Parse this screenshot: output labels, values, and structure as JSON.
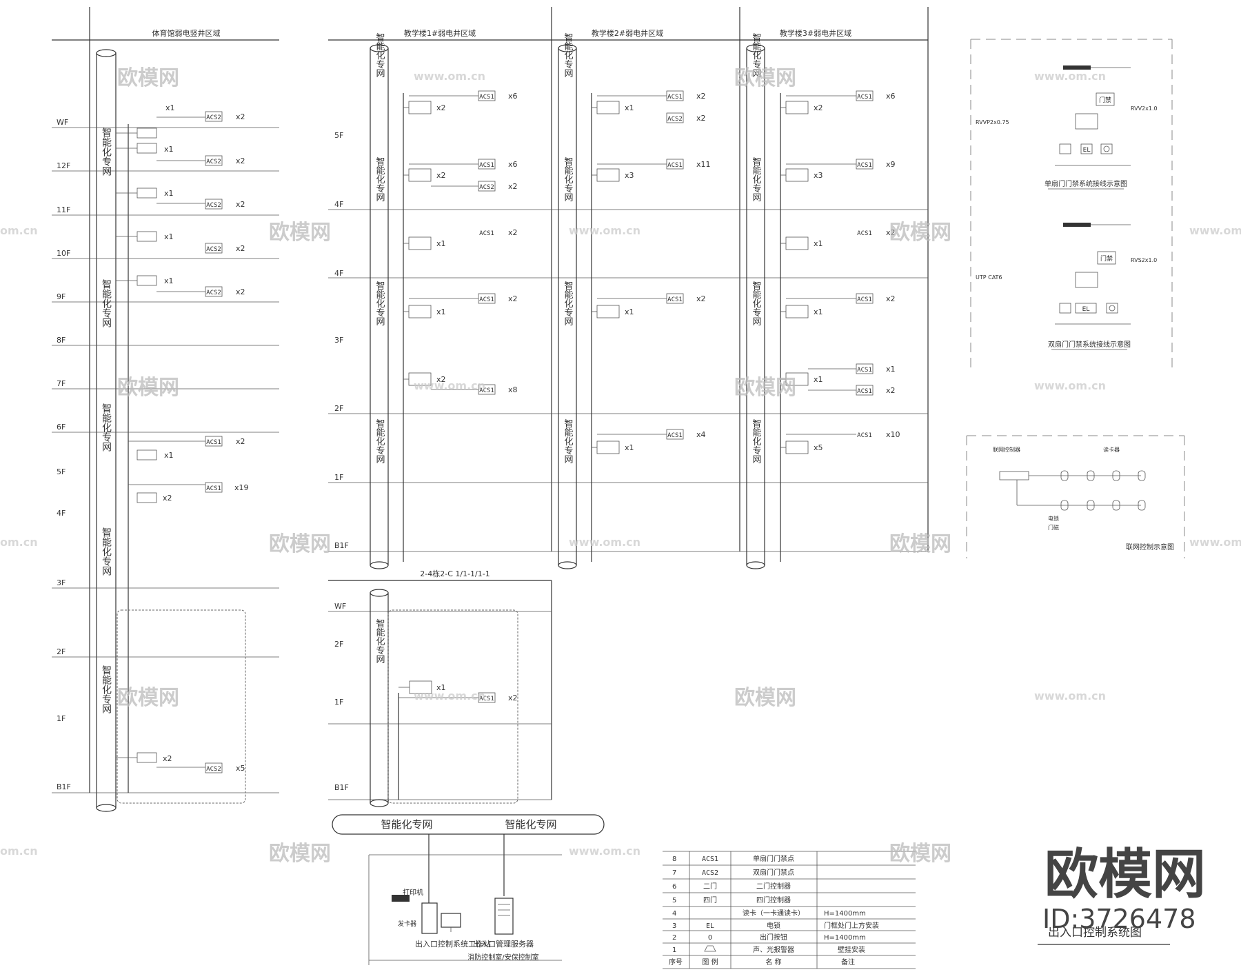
{
  "watermark": {
    "cn": "欧模网",
    "url": "www.om.cn",
    "edge": "om.cn"
  },
  "brand": {
    "logo_text": "欧模网",
    "id_text": "ID:3726478"
  },
  "left_panel": {
    "title": "体育馆弱电竖井区域",
    "floors": [
      "WF",
      "12F",
      "11F",
      "10F",
      "9F",
      "8F",
      "7F",
      "6F",
      "5F",
      "4F",
      "3F",
      "2F",
      "1F",
      "B1F"
    ],
    "network_label": "智能化专网",
    "devices": [
      {
        "acs": "ACS2",
        "qty": "x2",
        "ctrl_qty": "x1"
      },
      {
        "acs": "ACS2",
        "qty": "x2",
        "ctrl_qty": "x1"
      },
      {
        "acs": "ACS2",
        "qty": "x2",
        "ctrl_qty": "x1"
      },
      {
        "acs": "ACS2",
        "qty": "x2",
        "ctrl_qty": "x1"
      },
      {
        "acs": "ACS2",
        "qty": "x2",
        "ctrl_qty": "x1"
      },
      {
        "acs": "ACS1",
        "qty": "x2",
        "ctrl_qty": "x1"
      },
      {
        "acs": "ACS1",
        "qty": "x19",
        "ctrl_qty": "x2"
      },
      {
        "acs": "ACS2",
        "qty": "x5",
        "ctrl_qty": "x2"
      }
    ]
  },
  "mid_panels": [
    {
      "title": "教学楼1#弱电井区域",
      "floors": [
        "5F",
        "4F",
        "3F",
        "2F",
        "1F",
        "B1F"
      ]
    },
    {
      "title": "教学楼2#弱电井区域",
      "floors": []
    },
    {
      "title": "教学楼3#弱电井区域",
      "floors": []
    }
  ],
  "mid_devices": {
    "panel1": [
      {
        "acs": "ACS1",
        "qty": "x6",
        "ctrl": "x2"
      },
      {
        "acs": "ACS1",
        "qty": "x6",
        "ctrl": "x2"
      },
      {
        "acs": "ACS2",
        "qty": "x2",
        "ctrl": ""
      },
      {
        "acs": "ACS1",
        "qty": "x2",
        "ctrl": "x1"
      },
      {
        "acs": "ACS1",
        "qty": "x2",
        "ctrl": "x1"
      },
      {
        "acs": "ACS1",
        "qty": "x8",
        "ctrl": "x2"
      }
    ],
    "panel2": [
      {
        "acs": "ACS1",
        "qty": "x2",
        "ctrl": "x1"
      },
      {
        "acs": "ACS2",
        "qty": "x2",
        "ctrl": ""
      },
      {
        "acs": "ACS1",
        "qty": "x11",
        "ctrl": "x3"
      },
      {
        "acs": "ACS1",
        "qty": "x2",
        "ctrl": "x1"
      },
      {
        "acs": "ACS1",
        "qty": "x4",
        "ctrl": "x1"
      }
    ],
    "panel3": [
      {
        "acs": "ACS1",
        "qty": "x6",
        "ctrl": "x2"
      },
      {
        "acs": "ACS1",
        "qty": "x9",
        "ctrl": "x3"
      },
      {
        "acs": "ACS1",
        "qty": "x2",
        "ctrl": "x1"
      },
      {
        "acs": "ACS1",
        "qty": "x2",
        "ctrl": "x1"
      },
      {
        "acs": "ACS1",
        "qty": "x1",
        "ctrl": "x1"
      },
      {
        "acs": "ACS1",
        "qty": "x2",
        "ctrl": ""
      },
      {
        "acs": "ACS1",
        "qty": "x10",
        "ctrl": "x5"
      }
    ]
  },
  "lower_panel": {
    "title": "2-4栋2-C 1/1-1/1-1",
    "floors": [
      "WF",
      "2F",
      "1F",
      "B1F"
    ],
    "device": {
      "acs": "ACS1",
      "qty": "x2",
      "ctrl": "x1"
    }
  },
  "bottom_bus": {
    "label_a": "智能化专网",
    "label_b": "智能化专网"
  },
  "control_room": {
    "printer": "打印机",
    "card_reader": "发卡器",
    "workstation": "出入口控制系统工作站",
    "server": "出入口管理服务器",
    "room": "消防控制室/安保控制室"
  },
  "right_details": {
    "d1_title": "单扇门门禁系统接线示意图",
    "d2_title": "双扇门门禁系统接线示意图",
    "d3_title": "联网控制示意图",
    "d_items": [
      "RVV2x1.0",
      "RVVP2x0.75",
      "门禁",
      "EL",
      "RVS2x1.0",
      "UTP CAT6"
    ],
    "d3_items": [
      "联网控制器",
      "读卡器",
      "电锁",
      "门磁"
    ]
  },
  "legend": {
    "headers": {
      "no": "序号",
      "icon": "图 例",
      "name": "名 称",
      "note": "备注"
    },
    "rows": [
      {
        "no": "8",
        "icon": "ACS1",
        "name": "单扇门门禁点",
        "note": ""
      },
      {
        "no": "7",
        "icon": "ACS2",
        "name": "双扇门门禁点",
        "note": ""
      },
      {
        "no": "6",
        "icon": "二门",
        "name": "二门控制器",
        "note": ""
      },
      {
        "no": "5",
        "icon": "四门",
        "name": "四门控制器",
        "note": ""
      },
      {
        "no": "4",
        "icon": "",
        "name": "读卡（一卡通读卡）",
        "note": "H=1400mm"
      },
      {
        "no": "3",
        "icon": "EL",
        "name": "电锁",
        "note": "门框处门上方安装"
      },
      {
        "no": "2",
        "icon": "O",
        "name": "出门按钮",
        "note": "H=1400mm"
      },
      {
        "no": "1",
        "icon": "",
        "name": "声、光报警器",
        "note": "壁挂安装"
      }
    ],
    "caption": "出入口控制系统图"
  }
}
